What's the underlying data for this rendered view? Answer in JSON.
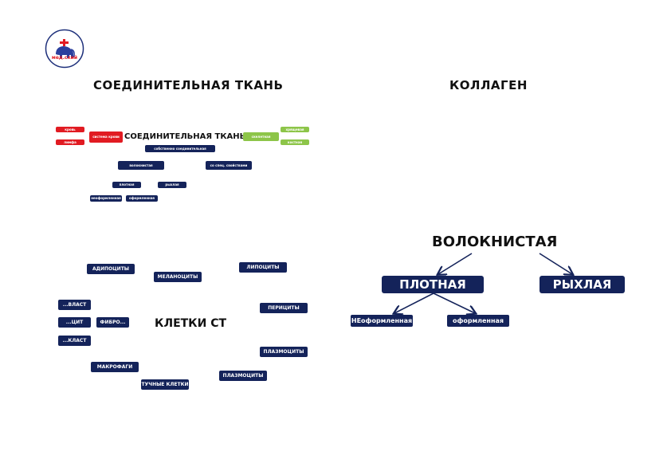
{
  "logo": {
    "text": "мед.ский",
    "icon": "elephant-medical-logo"
  },
  "headings": {
    "left": "СОЕДИНИТЕЛЬНАЯ ТКАНЬ",
    "right": "КОЛЛАГЕН"
  },
  "mini_scheme": {
    "title": "СОЕДИНИТЕЛЬНАЯ ТКАНЬ",
    "red_left": [
      "кровь",
      "лимфа"
    ],
    "red_system": "система крови",
    "green_center": "скелетная",
    "green_right": [
      "хрящевая",
      "костная"
    ],
    "proper": "собственно соединительная",
    "fibrous": "волокнистая",
    "special": "со спец. свойствами",
    "dense": "плотная",
    "loose": "рыхлая",
    "unformed": "неоформленная",
    "formed": "оформленная"
  },
  "cells": {
    "center": "КЛЕТКИ СТ",
    "adipocytes": "АДИПОЦИТЫ",
    "melanocytes": "МЕЛАНОЦИТЫ",
    "lipocytes": "ЛИПОЦИТЫ",
    "blast": "...ВЛАСТ",
    "cyt": "...ЦИТ",
    "fibro": "ФИБРО...",
    "clast": "...КЛАСТ",
    "pericytes": "ПЕРИЦИТЫ",
    "plasmocytes_right": "ПЛАЗМОЦИТЫ",
    "macrophages": "МАКРОФАГИ",
    "plasmocytes_bottom": "ПЛАЗМОЦИТЫ",
    "mast_cells": "ТУЧНЫЕ КЛЕТКИ"
  },
  "right_tree": {
    "root": "ВОЛОКНИСТАЯ",
    "dense": "ПЛОТНАЯ",
    "loose": "РЫХЛАЯ",
    "unformed": "НЕоформленная",
    "formed": "оформленная"
  },
  "colors": {
    "navy": "#14235a",
    "red": "#e11b22",
    "green": "#8dc549"
  }
}
